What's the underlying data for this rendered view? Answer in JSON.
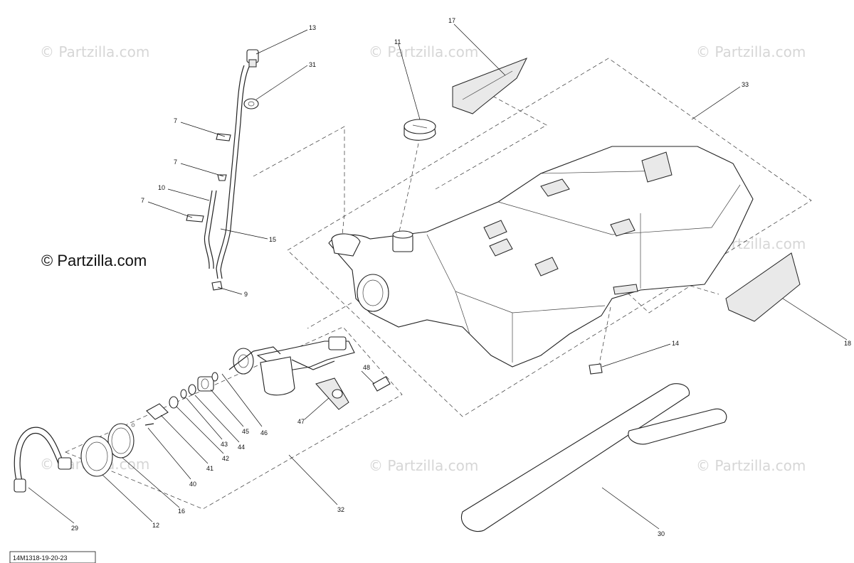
{
  "watermark": "© Partzilla.com",
  "brand": "© Partzilla.com",
  "diagram_code": "14M1318-19-20-23",
  "callouts": {
    "c1": "13",
    "c2": "31",
    "c3": "7",
    "c4": "7",
    "c5": "10",
    "c6": "7",
    "c7": "15",
    "c8": "9",
    "c9": "11",
    "c10": "17",
    "c11": "33",
    "c12": "18",
    "c13": "14",
    "c14": "48",
    "c15": "47",
    "c16": "46",
    "c17": "45",
    "c18": "44",
    "c19": "43",
    "c20": "42",
    "c21": "41",
    "c22": "40",
    "c23": "16",
    "c24": "12",
    "c25": "29",
    "c26": "32",
    "c27": "30"
  }
}
